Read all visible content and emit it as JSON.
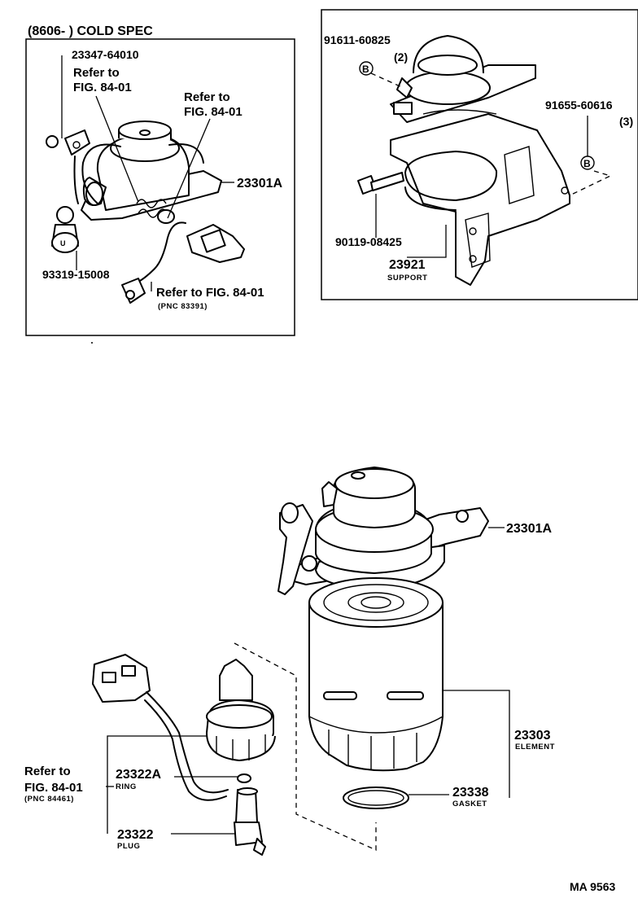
{
  "inset_left": {
    "title": "(8606-        ) COLD SPEC",
    "label_23347": "23347-64010",
    "refer1_line1": "Refer to",
    "refer1_line2": "FIG. 84-01",
    "refer2_line1": "Refer to",
    "refer2_line2": "FIG. 84-01",
    "label_23301A": "23301A",
    "label_93319": "93319-15008",
    "refer3": "Refer to FIG. 84-01",
    "refer3_pnc": "(PNC 83391)"
  },
  "inset_right": {
    "label_91611": "91611-60825",
    "qty_91611": "(2)",
    "marker_left": "B",
    "label_91655": "91655-60616",
    "qty_91655": "(3)",
    "marker_right": "B",
    "label_90119": "90119-08425",
    "label_23921": "23921",
    "name_23921": "SUPPORT"
  },
  "main": {
    "label_23301A": "23301A",
    "label_23303": "23303",
    "name_23303": "ELEMENT",
    "label_23338": "23338",
    "name_23338": "GASKET",
    "refer_line1": "Refer to",
    "refer_line2": "FIG. 84-01",
    "refer_pnc": "(PNC 84461)",
    "label_23322A": "23322A",
    "name_23322A": "RING",
    "label_23322": "23322",
    "name_23322": "PLUG"
  },
  "footer": {
    "code": "MA 9563"
  }
}
